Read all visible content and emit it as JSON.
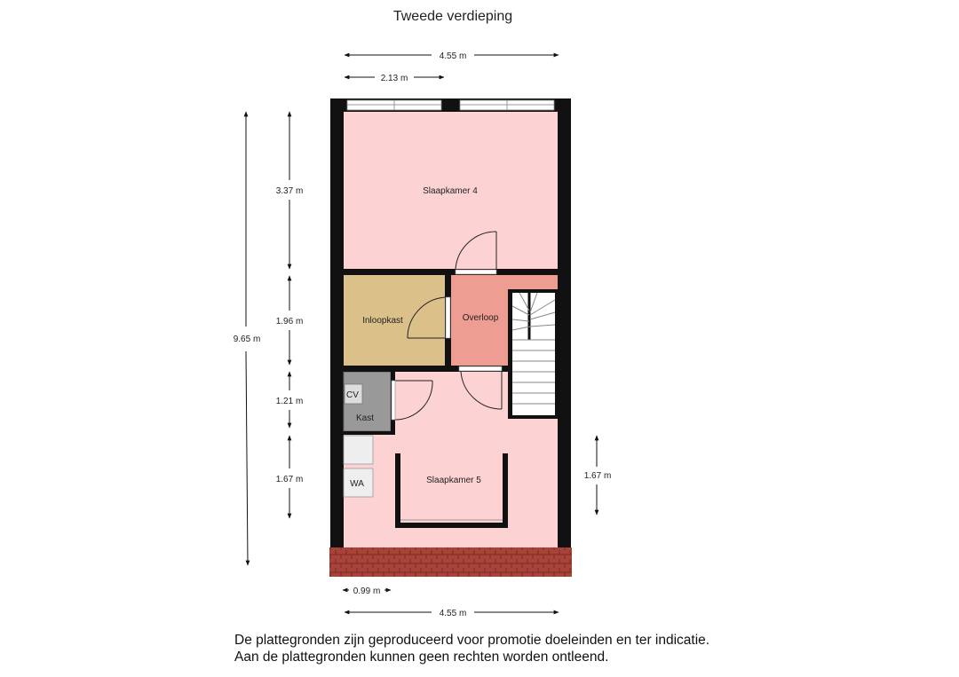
{
  "title": "Tweede verdieping",
  "dimensions": {
    "top_total": "4.55 m",
    "top_partial": "2.13 m",
    "left_total": "9.65 m",
    "left_seg1": "3.37 m",
    "left_seg2": "1.96 m",
    "left_seg3": "1.21 m",
    "left_seg4": "1.67 m",
    "right_seg": "1.67 m",
    "bottom_partial": "0.99 m",
    "bottom_total": "4.55 m"
  },
  "rooms": {
    "slaapkamer4": "Slaapkamer 4",
    "inloopkast": "Inloopkast",
    "overloop": "Overloop",
    "cv": "CV",
    "kast": "Kast",
    "wa": "WA",
    "slaapkamer5": "Slaapkamer 5"
  },
  "colors": {
    "wall": "#111111",
    "bedroom": "#fdd2d2",
    "walkin_closet": "#dcc08a",
    "landing": "#ee9d93",
    "storage": "#999999",
    "roof_tiles": "#a8433a"
  },
  "disclaimer": {
    "line1": "De plattegronden zijn geproduceerd voor promotie doeleinden en ter indicatie.",
    "line2": "Aan de plattegronden kunnen geen rechten worden ontleend."
  }
}
